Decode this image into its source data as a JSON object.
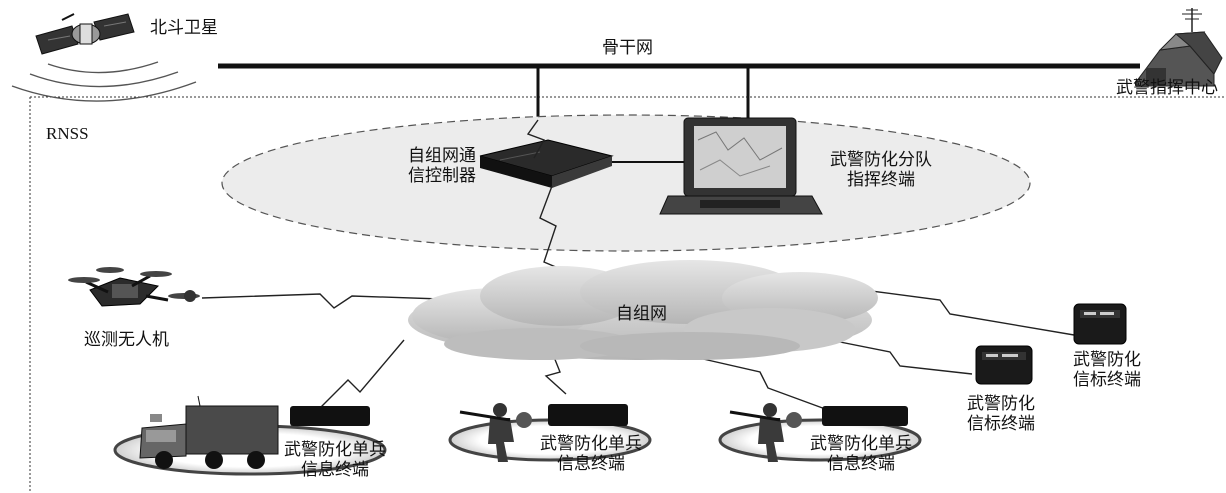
{
  "labels": {
    "satellite": "北斗卫星",
    "backbone": "骨干网",
    "command_center": "武警指挥中心",
    "rnss": "RNSS",
    "controller_line1": "自组网通",
    "controller_line2": "信控制器",
    "squad_terminal_line1": "武警防化分队",
    "squad_terminal_line2": "指挥终端",
    "adhoc_network": "自组网",
    "drone": "巡测无人机",
    "beacon1_line1": "武警防化",
    "beacon1_line2": "信标终端",
    "beacon2_line1": "武警防化",
    "beacon2_line2": "信标终端",
    "soldier_truck_line1": "武警防化单兵",
    "soldier_truck_line2": "信息终端",
    "soldier_mid_line1": "武警防化单兵",
    "soldier_mid_line2": "信息终端",
    "soldier_right_line1": "武警防化单兵",
    "soldier_right_line2": "信息终端"
  },
  "icons": {
    "satellite": "satellite-icon",
    "command_center": "tent-antenna-icon",
    "controller": "router-box-icon",
    "laptop": "rugged-laptop-icon",
    "drone": "quadcopter-icon",
    "truck": "military-truck-icon",
    "soldier": "soldier-icon",
    "beacon": "beacon-device-icon",
    "cloud": "cloud-icon",
    "wireless_link": "lightning-link-icon"
  }
}
